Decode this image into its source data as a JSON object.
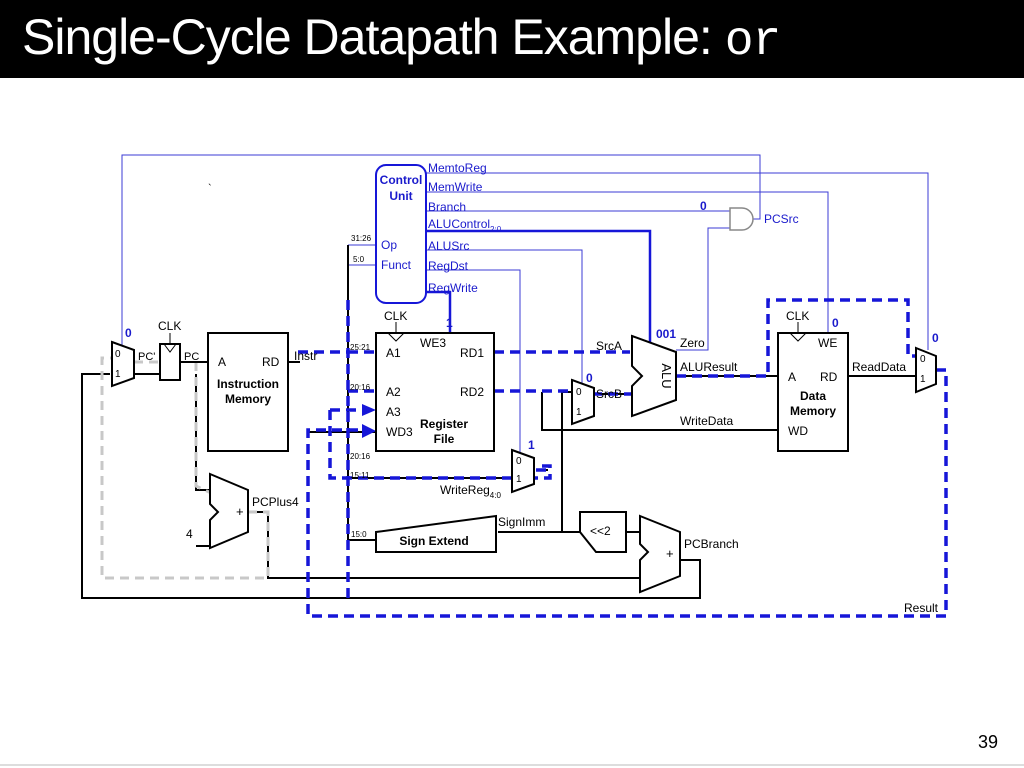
{
  "slide": {
    "title": "Single-Cycle Datapath Example: ",
    "title_code": "or",
    "page_number": "39",
    "stray_mark": "`"
  },
  "control_unit": {
    "title_line1": "Control",
    "title_line2": "Unit",
    "op": "Op",
    "funct": "Funct",
    "signals": [
      "MemtoReg",
      "MemWrite",
      "Branch",
      "ALUControl",
      "ALUSrc",
      "RegDst",
      "RegWrite"
    ],
    "alucontrol_sub": "2:0"
  },
  "bit_fields": {
    "op": "31:26",
    "funct": "5:0",
    "a1": "25:21",
    "a2": "20:16",
    "rt": "20:16",
    "rd": "15:11",
    "imm": "15:0"
  },
  "labels": {
    "clk": "CLK",
    "pc_prime": "PC'",
    "pc": "PC",
    "instr": "Instr",
    "a": "A",
    "rd": "RD",
    "imem_line1": "Instruction",
    "imem_line2": "Memory",
    "we3": "WE3",
    "a1": "A1",
    "a2": "A2",
    "a3": "A3",
    "wd3": "WD3",
    "rd1": "RD1",
    "rd2": "RD2",
    "rf_line1": "Register",
    "rf_line2": "File",
    "srca": "SrcA",
    "srcb": "SrcB",
    "zero": "Zero",
    "aluresult": "ALUResult",
    "alu": "ALU",
    "writedata": "WriteData",
    "we": "WE",
    "wd": "WD",
    "dmem_line1": "Data",
    "dmem_line2": "Memory",
    "readdata": "ReadData",
    "pcsrc": "PCSrc",
    "writereg": "WriteReg",
    "writereg_sub": "4:0",
    "signimm": "SignImm",
    "sign_extend": "Sign Extend",
    "shift": "<<2",
    "pcplus4": "PCPlus4",
    "four": "4",
    "plus": "+",
    "pcbranch": "PCBranch",
    "result": "Result",
    "mux0": "0",
    "mux1": "1"
  },
  "control_values": {
    "pcsrc_mux": "0",
    "branch": "0",
    "regwrite": "1",
    "alucontrol": "001",
    "alusrc": "0",
    "regdst": "1",
    "memwrite": "0",
    "memtoreg": "0"
  },
  "colors": {
    "active_path": "#1616d8",
    "control_text": "#1a1acc",
    "control_wire": "#3b3bd4",
    "unused_path": "#c8c8c8",
    "wire": "#000000",
    "inactive_signal": "#8c8cc8"
  }
}
